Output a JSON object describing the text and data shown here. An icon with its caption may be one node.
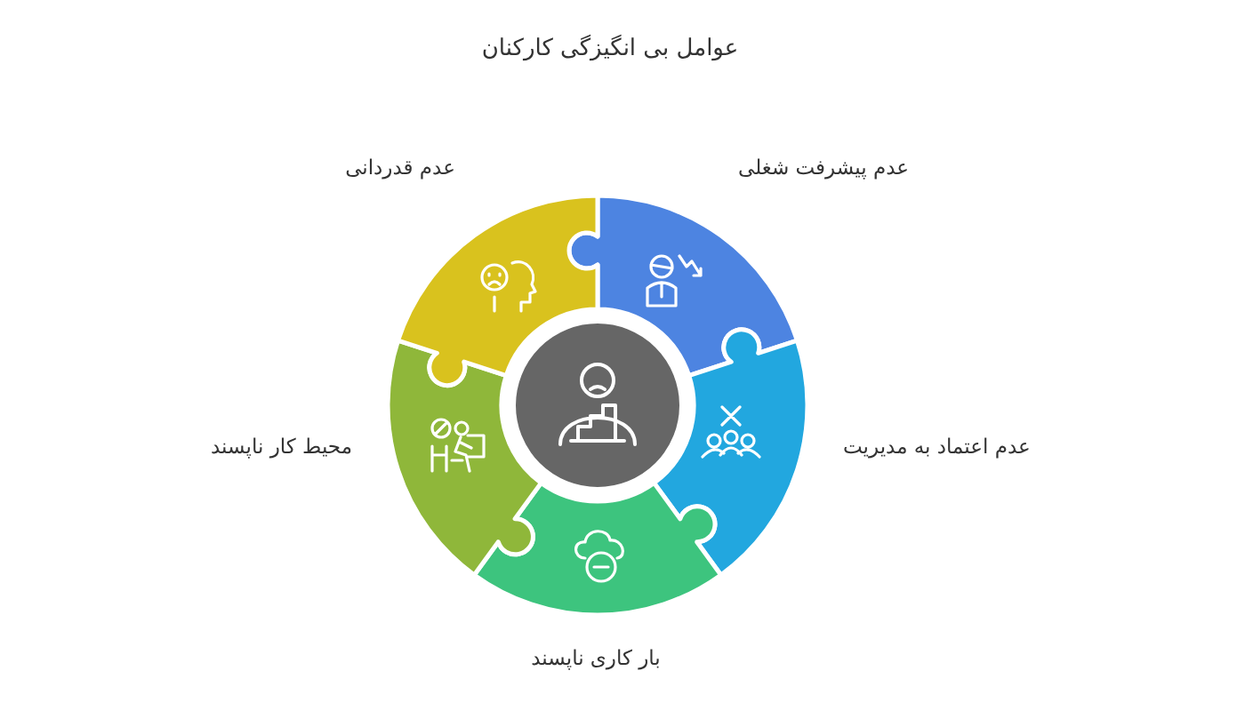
{
  "diagram": {
    "title": "عوامل بی انگیزگی کارکنان",
    "nodes": [
      {
        "text": [],
        "shape": "circle"
      },
      {
        "text": [
          "عدم پیشرفت شغلی"
        ]
      },
      {
        "text": [
          "عدم اعتماد به مدیریت"
        ]
      },
      {
        "text": [
          "بار کاری ناپسند"
        ]
      },
      {
        "text": [
          "محیط کار ناپسند"
        ]
      },
      {
        "text": [
          "عدم قدردانی"
        ]
      }
    ]
  }
}
